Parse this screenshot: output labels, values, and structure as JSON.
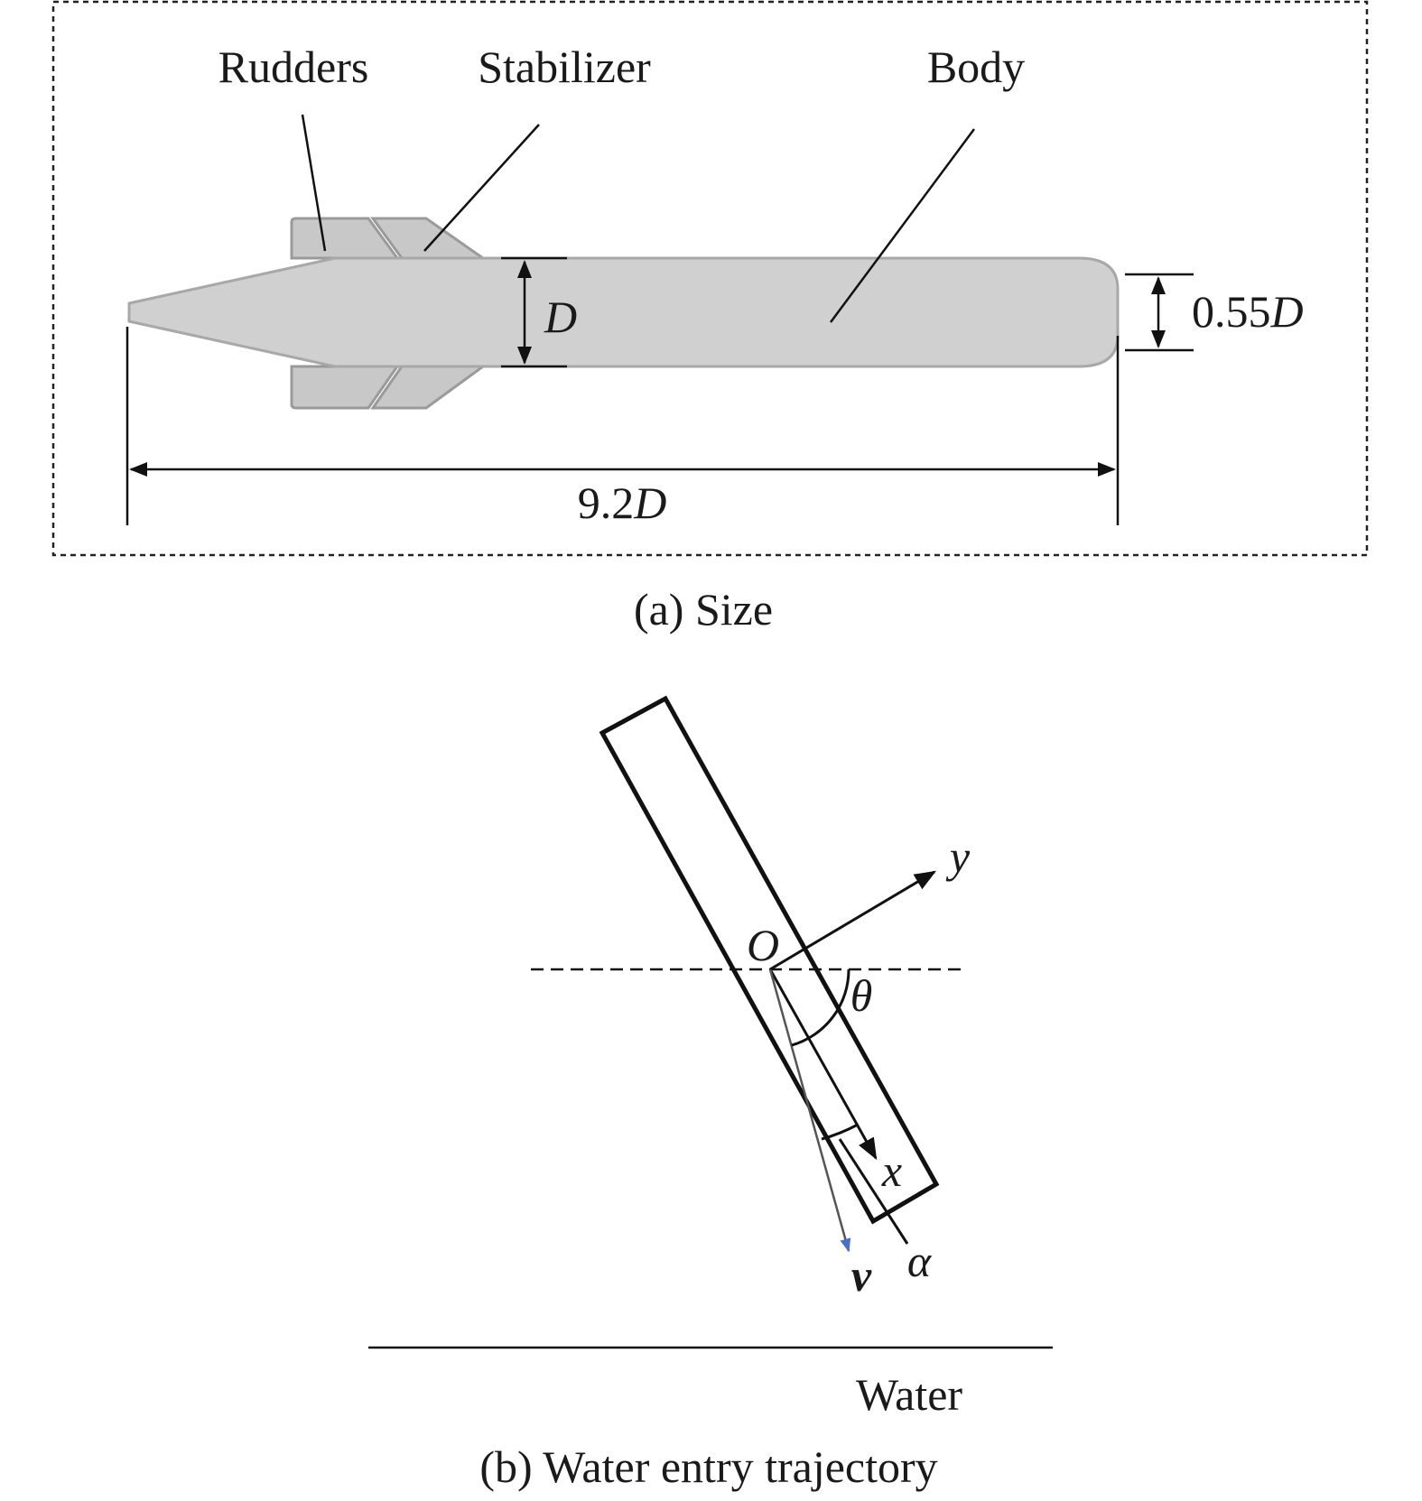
{
  "part_a": {
    "labels": {
      "rudders": "Rudders",
      "stabilizer": "Stabilizer",
      "body": "Body"
    },
    "dimensions": {
      "diameter": "D",
      "tail_prefix": "0.55",
      "tail_var": "D",
      "length_prefix": "9.2",
      "length_var": "D"
    },
    "caption": "(a) Size",
    "colors": {
      "body_fill": "#d0d0d0",
      "body_stroke": "#a8a8a8"
    }
  },
  "part_b": {
    "labels": {
      "origin": "O",
      "y_axis": "y",
      "x_axis": "x",
      "theta": "θ",
      "alpha": "α",
      "velocity": "v",
      "water": "Water"
    },
    "caption": "(b) Water entry trajectory",
    "colors": {
      "velocity_arrow": "#4a6fc9"
    }
  }
}
